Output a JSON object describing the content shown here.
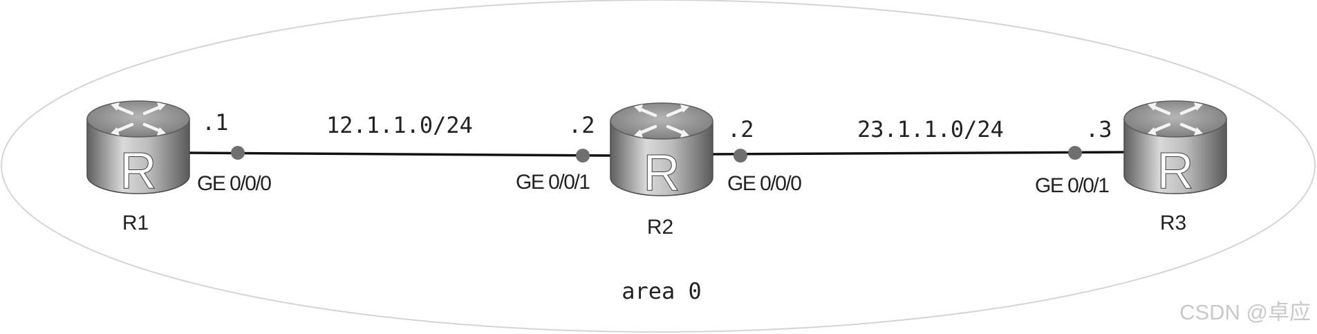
{
  "area": {
    "label": "area 0"
  },
  "routers": [
    {
      "id": "R1",
      "label": "R1",
      "glyph": "R"
    },
    {
      "id": "R2",
      "label": "R2",
      "glyph": "R"
    },
    {
      "id": "R3",
      "label": "R3",
      "glyph": "R"
    }
  ],
  "links": [
    {
      "network": "12.1.1.0/24",
      "a": {
        "host": ".1",
        "interface": "GE 0/0/0"
      },
      "b": {
        "host": ".2",
        "interface": "GE 0/0/1"
      }
    },
    {
      "network": "23.1.1.0/24",
      "a": {
        "host": ".2",
        "interface": "GE 0/0/0"
      },
      "b": {
        "host": ".3",
        "interface": "GE 0/0/1"
      }
    }
  ],
  "watermark": "CSDN @卓应",
  "colors": {
    "area_outline": "#d4d4d4",
    "link": "#111111",
    "port_dot": "#6f6f6f",
    "router_body_light": "#d6d6d6",
    "router_body_dark": "#6e6e6e",
    "router_top": "#9b9b9b",
    "watermark": "#c9c9c9"
  }
}
